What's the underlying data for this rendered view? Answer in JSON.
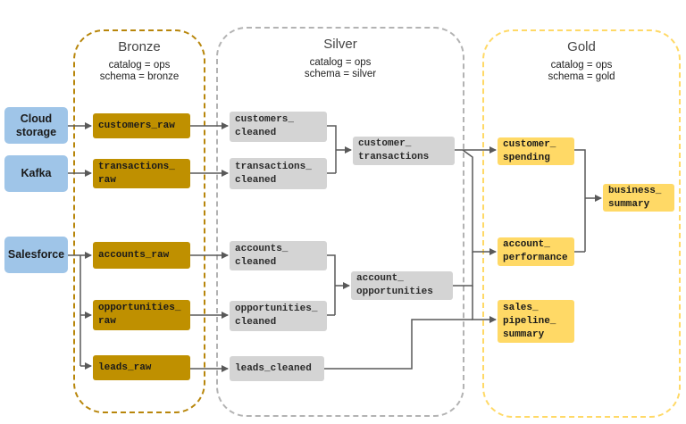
{
  "regions": {
    "bronze": {
      "title": "Bronze",
      "line1": "catalog = ops",
      "line2": "schema = bronze"
    },
    "silver": {
      "title": "Silver",
      "line1": "catalog = ops",
      "line2": "schema = silver"
    },
    "gold": {
      "title": "Gold",
      "line1": "catalog = ops",
      "line2": "schema = gold"
    }
  },
  "sources": {
    "cloud": "Cloud\nstorage",
    "kafka": "Kafka",
    "salesforce": "Salesforce"
  },
  "bronze": {
    "customers_raw": "customers_raw",
    "transactions_raw": "transactions_\nraw",
    "accounts_raw": "accounts_raw",
    "opportunities_raw": "opportunities_\nraw",
    "leads_raw": "leads_raw"
  },
  "silver": {
    "customers_cleaned": "customers_\ncleaned",
    "transactions_cleaned": "transactions_\ncleaned",
    "accounts_cleaned": "accounts_\ncleaned",
    "opportunities_cleaned": "opportunities_\ncleaned",
    "leads_cleaned": "leads_cleaned",
    "customer_transactions": "customer_\ntransactions",
    "account_opportunities": "account_\nopportunities"
  },
  "gold": {
    "customer_spending": "customer_\nspending",
    "account_performance": "account_\nperformance",
    "sales_pipeline_summary": "sales_\npipeline_\nsummary",
    "business_summary": "business_\nsummary"
  },
  "colors": {
    "bronze_region": "#b8860b",
    "silver_region": "#b3b3b3",
    "gold_region": "#ffd966",
    "source": "#9fc5e8",
    "bronze_node": "#bf9000",
    "silver_node": "#d4d4d4",
    "gold_node": "#ffd966",
    "edge": "#595959"
  }
}
